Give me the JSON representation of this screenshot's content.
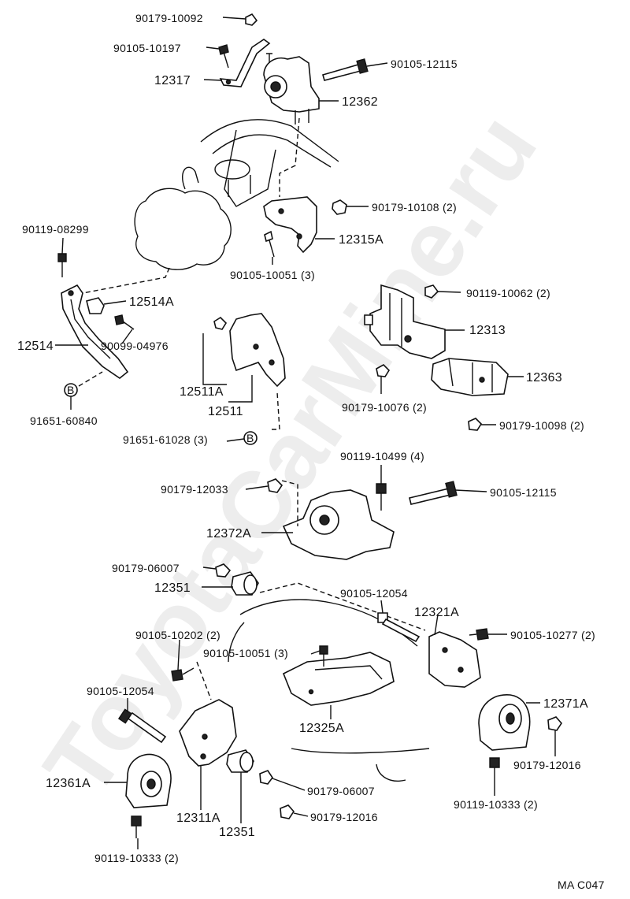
{
  "watermark": "ToyotaCarMine.ru",
  "diagram_code": "MA C047",
  "labels": {
    "l01": "90179-10092",
    "l02": "90105-10197",
    "l03": "90105-12115",
    "l04": "12317",
    "l05": "12362",
    "l06": "90179-10108 (2)",
    "l07": "90119-08299",
    "l08": "12315A",
    "l09": "90105-10051 (3)",
    "l10": "90119-10062 (2)",
    "l11": "12514A",
    "l12": "12313",
    "l13": "12514",
    "l14": "90099-04976",
    "l15": "12363",
    "l16": "12511A",
    "l17": "90179-10076 (2)",
    "l18": "12511",
    "l19": "91651-60840",
    "l20": "90179-10098 (2)",
    "l21": "91651-61028 (3)",
    "l22": "90119-10499 (4)",
    "l23": "90179-12033",
    "l24": "90105-12115",
    "l25": "12372A",
    "l26": "90179-06007",
    "l27": "12351",
    "l28": "90105-12054",
    "l29": "12321A",
    "l30": "90105-10202 (2)",
    "l31": "90105-10277 (2)",
    "l32": "90105-10051 (3)",
    "l33": "90105-12054",
    "l34": "12371A",
    "l35": "12325A",
    "l36": "90179-12016",
    "l37": "12361A",
    "l38": "90179-06007",
    "l39": "90119-10333 (2)",
    "l40": "12311A",
    "l41": "90179-12016",
    "l42": "12351",
    "l43": "90119-10333 (2)",
    "b1": "B",
    "b2": "B"
  }
}
